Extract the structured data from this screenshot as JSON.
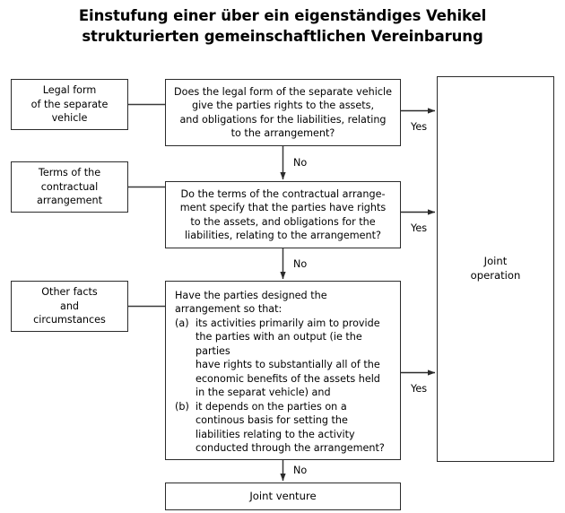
{
  "title": {
    "line1": "Einstufung einer über ein eigenständiges Vehikel",
    "line2": "strukturierten gemeinschaftlichen Vereinbarung"
  },
  "inputs": [
    {
      "id": "legal-form",
      "lines": [
        "Legal form",
        "of the separate",
        "vehicle"
      ]
    },
    {
      "id": "terms",
      "lines": [
        "Terms of the",
        "contractual",
        "arrangement"
      ]
    },
    {
      "id": "other-facts",
      "lines": [
        "Other facts",
        "and",
        "circumstances"
      ]
    }
  ],
  "decisions": [
    {
      "id": "legal-form",
      "lines": [
        "Does the legal form of the separate vehicle",
        "give the parties rights to the assets,",
        "and obligations for the liabilities, relating",
        "to the arrangement?"
      ]
    },
    {
      "id": "terms",
      "lines": [
        "Do the terms of the contractual arrange-",
        "ment specify that the parties have rights",
        "to the assets, and obligations for the",
        "liabilities, relating to the arrangement?"
      ]
    },
    {
      "id": "other-facts",
      "lead": [
        "Have the parties designed the",
        "arrangement so that:"
      ],
      "items": [
        {
          "marker": "(a)",
          "lines": [
            "its activities primarily aim to provide",
            "the parties with an output (ie the parties",
            "have rights to substantially all of the",
            "economic benefits of the assets held",
            "in the separat vehicle) and"
          ]
        },
        {
          "marker": "(b)",
          "lines": [
            "it depends on the parties on a",
            "continous basis for setting the",
            "liabilities relating to the activity",
            "conducted through the arrangement?"
          ]
        }
      ]
    }
  ],
  "outcomes": {
    "joint_operation": {
      "line1": "Joint",
      "line2": "operation"
    },
    "joint_venture": {
      "label": "Joint venture"
    }
  },
  "edge_labels": {
    "yes1": "Yes",
    "yes2": "Yes",
    "yes3": "Yes",
    "no1": "No",
    "no2": "No",
    "no3": "No"
  },
  "colors": {
    "stroke": "#2b2b2b",
    "connector": "#3a3a3a",
    "background": "#ffffff",
    "text": "#000000"
  }
}
